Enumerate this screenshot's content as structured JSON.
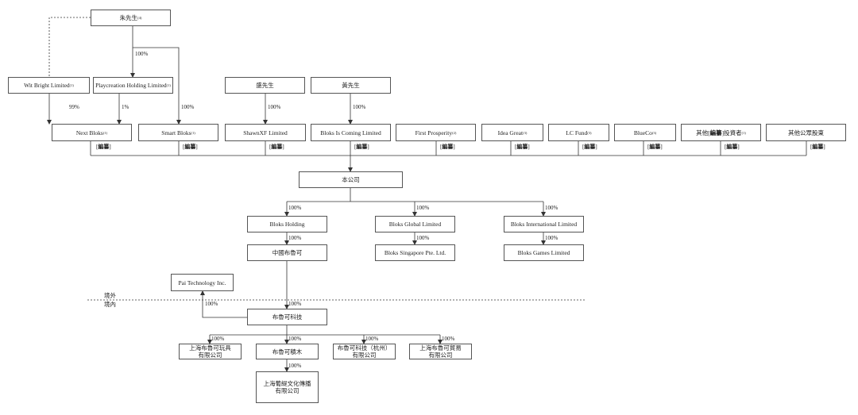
{
  "entities": {
    "mr_zhu": "朱先生",
    "mr_sheng": "盛先生",
    "mr_huang": "黃先生",
    "wit_bright": "Wit Bright Limited",
    "playcreation": "Playcreation Holding Limited",
    "next_bloks": "Next Bloks",
    "smart_bloks": "Smart Bloks",
    "shawnxf": "ShawnXF Limited",
    "bloks_is_coming": "Bloks Is Coming Limited",
    "first_prosperity": "First Prosperity",
    "idea_great": "Idea Great",
    "lc_fund": "LC Fund",
    "blueco": "BlueCo",
    "other_pre_prefix": "其他[",
    "other_pre_bold": "編纂",
    "other_pre_suffix": "]投資者",
    "other_public": "其他公眾股東",
    "company": "本公司",
    "bloks_holding": "Bloks Holding",
    "bloks_global": "Bloks Global Limited",
    "bloks_international": "Bloks International Limited",
    "china_bloks": "中國布魯可",
    "bloks_singapore": "Bloks Singapore Pte. Ltd.",
    "bloks_games": "Bloks Games Limited",
    "pai_technology": "Pai Technology Inc.",
    "bloks_tech": "布魯可科技",
    "sh_toys_line1": "上海布魯可玩具",
    "sh_toys_line2": "有限公司",
    "bloks_building": "布魯可積木",
    "bloks_hangzhou_line1": "布魯可科技（杭州）",
    "bloks_hangzhou_line2": "有限公司",
    "sh_trade_line1": "上海布魯可貿易",
    "sh_trade_line2": "有限公司",
    "sh_culture_line1": "上海葡緹文化傳播",
    "sh_culture_line2": "有限公司"
  },
  "notes": {
    "n1": "(1)",
    "n2": "(2)",
    "n3": "(3)",
    "n4": "(4)"
  },
  "redacted": {
    "open": "[",
    "word": "編纂",
    "close": "]"
  },
  "percentages": {
    "zhu_playcreation": "100%",
    "zhu_smart": "100%",
    "wit_next": "99%",
    "play_next": "1%",
    "sheng_shawn": "100%",
    "huang_bic": "100%",
    "co_holding": "100%",
    "co_global": "100%",
    "co_international": "100%",
    "holding_china": "100%",
    "global_singapore": "100%",
    "international_games": "100%",
    "china_tech": "100%",
    "tech_pai": "100%",
    "tech_toys": "100%",
    "tech_building": "100%",
    "tech_hangzhou": "100%",
    "tech_trade": "100%",
    "building_culture": "100%"
  },
  "zones": {
    "offshore": "境外",
    "onshore": "境內"
  }
}
